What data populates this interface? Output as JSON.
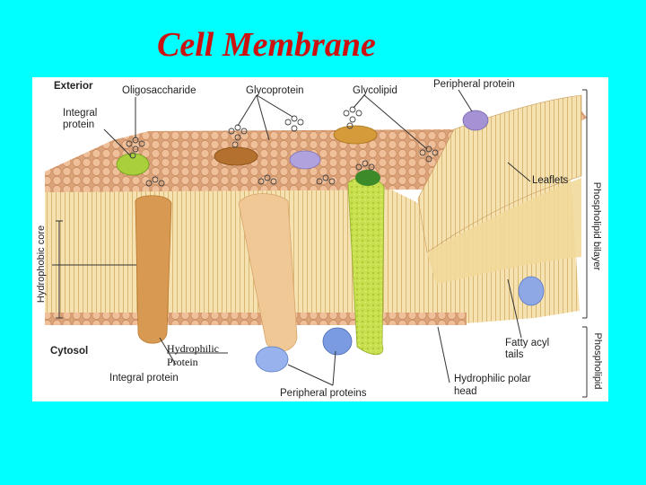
{
  "title": "Cell Membrane",
  "labels": {
    "exterior": "Exterior",
    "oligosaccharide": "Oligosaccharide",
    "glycoprotein": "Glycoprotein",
    "glycolipid": "Glycolipid",
    "peripheral_protein_top": "Peripheral protein",
    "integral_protein_top_line1": "Integral",
    "integral_protein_top_line2": "protein",
    "leaflets": "Leaflets",
    "hydrophobic_core": "Hydrophobic core",
    "phospholipid_bilayer": "Phospholipid  bilayer",
    "phospholipid": "Phospholipid",
    "cytosol": "Cytosol",
    "hydrophilic_protein_line1": "Hydrophilic",
    "hydrophilic_protein_line2": "Protein",
    "integral_protein_bottom": "Integral protein",
    "peripheral_proteins_bottom": "Peripheral proteins",
    "fatty_acyl_tails_line1": "Fatty acyl",
    "fatty_acyl_tails_line2": "tails",
    "hydrophilic_polar_head_line1": "Hydrophilic polar",
    "hydrophilic_polar_head_line2": "head"
  },
  "colors": {
    "background": "#00ffff",
    "title": "#cc1111",
    "head_beads": "#e8b48c",
    "tails": "#f3d9a0",
    "green_protein": "#b9d84a",
    "orange_protein": "#d9a45c",
    "beige_protein": "#f1c898",
    "purple_protein": "#a99ad6",
    "blue_protein": "#8ea8e6"
  }
}
